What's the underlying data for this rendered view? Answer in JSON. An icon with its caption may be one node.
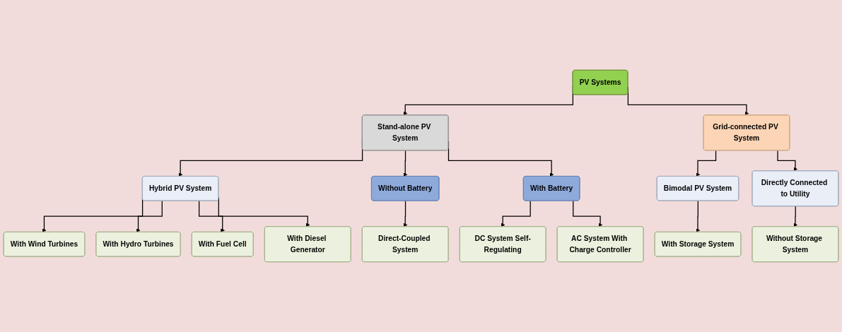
{
  "diagram": {
    "nodes": [
      {
        "text": [
          "PV Systems"
        ]
      },
      {
        "text": [
          "Stand-alone PV System"
        ]
      },
      {
        "text": [
          "Grid-connected PV System"
        ]
      },
      {
        "text": [
          "Hybrid PV System"
        ]
      },
      {
        "text": [
          "Without Battery"
        ]
      },
      {
        "text": [
          "With Battery"
        ]
      },
      {
        "text": [
          "Bimodal PV System"
        ]
      },
      {
        "text": [
          "Directly Connected to Utility"
        ]
      },
      {
        "text": [
          "With Wind Turbines"
        ]
      },
      {
        "text": [
          "With Hydro Turbines"
        ]
      },
      {
        "text": [
          "With Fuel Cell"
        ]
      },
      {
        "text": [
          "With Diesel Generator"
        ]
      },
      {
        "text": [
          "Direct-Coupled System"
        ]
      },
      {
        "text": [
          "DC System Self-Regulating"
        ]
      },
      {
        "text": [
          "AC System With Charge Controller"
        ]
      },
      {
        "text": [
          "With Storage System"
        ]
      },
      {
        "text": [
          "Without Storage System"
        ]
      }
    ],
    "edges": [
      {
        "from": 0,
        "to": 1,
        "arrow": "to"
      },
      {
        "from": 0,
        "to": 2,
        "arrow": "to"
      },
      {
        "from": 1,
        "to": 3,
        "arrow": "to"
      },
      {
        "from": 1,
        "to": 4,
        "arrow": "to"
      },
      {
        "from": 1,
        "to": 5,
        "arrow": "to"
      },
      {
        "from": 2,
        "to": 6,
        "arrow": "to"
      },
      {
        "from": 2,
        "to": 7,
        "arrow": "to"
      },
      {
        "from": 3,
        "to": 8,
        "arrow": "to"
      },
      {
        "from": 3,
        "to": 9,
        "arrow": "to"
      },
      {
        "from": 3,
        "to": 10,
        "arrow": "to"
      },
      {
        "from": 3,
        "to": 11,
        "arrow": "to"
      },
      {
        "from": 4,
        "to": 12,
        "arrow": "to"
      },
      {
        "from": 5,
        "to": 13,
        "arrow": "to"
      },
      {
        "from": 5,
        "to": 14,
        "arrow": "to"
      },
      {
        "from": 6,
        "to": 15,
        "arrow": "to"
      },
      {
        "from": 7,
        "to": 16,
        "arrow": "to"
      }
    ]
  }
}
